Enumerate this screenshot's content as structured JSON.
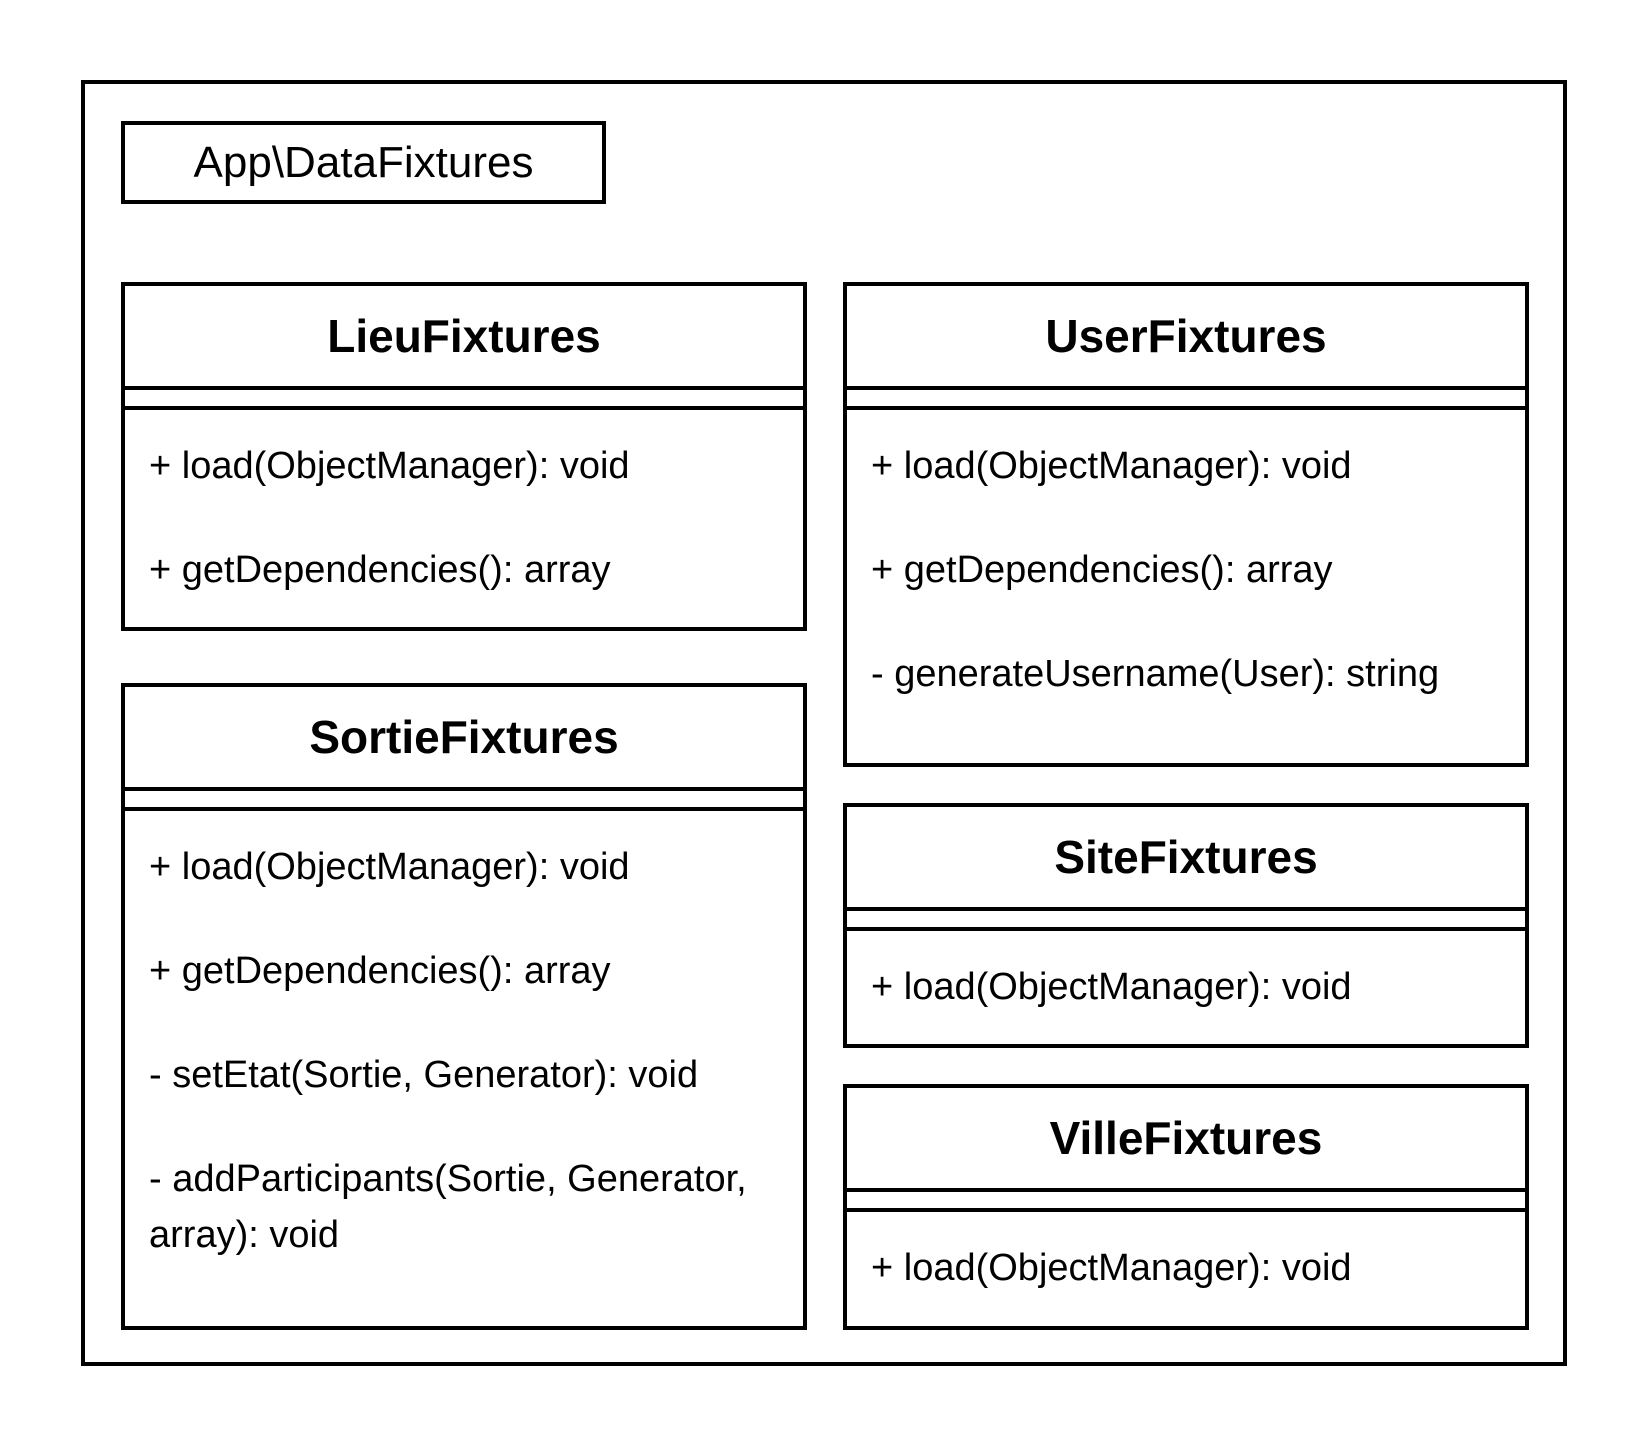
{
  "package": {
    "label": "App\\DataFixtures"
  },
  "classes": [
    {
      "name": "LieuFixtures",
      "methods": [
        "+ load(ObjectManager): void",
        "+ getDependencies(): array"
      ]
    },
    {
      "name": "SortieFixtures",
      "methods": [
        "+ load(ObjectManager): void",
        "+ getDependencies(): array",
        "- setEtat(Sortie, Generator): void",
        "- addParticipants(Sortie, Generator, array): void"
      ]
    },
    {
      "name": "UserFixtures",
      "methods": [
        "+ load(ObjectManager): void",
        "+ getDependencies(): array",
        "- generateUsername(User): string"
      ]
    },
    {
      "name": "SiteFixtures",
      "methods": [
        "+ load(ObjectManager): void"
      ]
    },
    {
      "name": "VilleFixtures",
      "methods": [
        "+ load(ObjectManager): void"
      ]
    }
  ]
}
